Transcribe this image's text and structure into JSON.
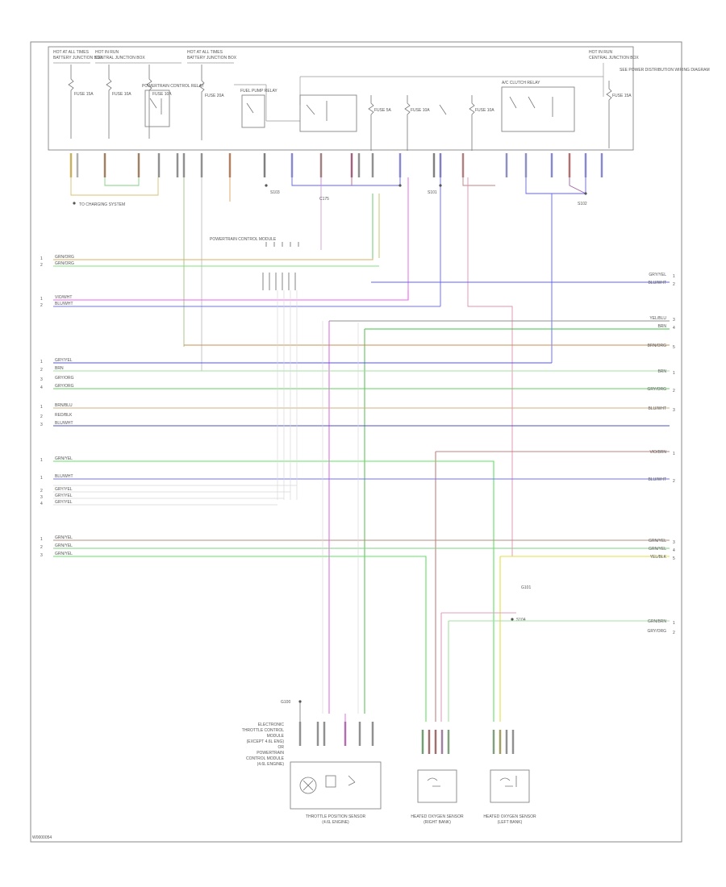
{
  "diagram": {
    "fuse_box_labels": [
      "HOT AT ALL TIMES",
      "HOT IN RUN",
      "HOT AT ALL TIMES",
      "HOT IN RUN"
    ],
    "fuse_box_sublabels": [
      "BATTERY JUNCTION BOX",
      "CENTRAL JUNCTION BOX",
      "BATTERY JUNCTION BOX",
      "CENTRAL JUNCTION BOX"
    ],
    "fuse_labels": [
      "FUSE 15A",
      "FUSE 10A",
      "FUSE 10A",
      "FUSE 20A",
      "FUSE 5A",
      "FUSE 10A",
      "FUSE 10A",
      "FUSE 15A"
    ],
    "relay_labels": [
      "POWERTRAIN CONTROL RELAY",
      "FUEL PUMP RELAY",
      "A/C CLUTCH RELAY"
    ],
    "right_top_note": "SEE POWER DISTRIBUTION WIRING DIAGRAM",
    "splice_labels": [
      "S101",
      "S102",
      "S103",
      "S104"
    ],
    "note_fuse_box": "TO CHARGING SYSTEM",
    "center_note": "POWERTRAIN CONTROL MODULE",
    "connector_note": "C175",
    "left_wire_labels": [
      "GRN/ORG",
      "GRN/ORG",
      "VIO/WHT",
      "BLU/WHT",
      "GRY/YEL",
      "BRN",
      "GRY/ORG",
      "GRY/ORG",
      "BRN/BLU",
      "RED/BLK",
      "BLU/WHT",
      "GRN/YEL",
      "BLU/WHT",
      "GRY/YEL",
      "GRY/YEL",
      "GRY/YEL",
      "GRN/YEL",
      "GRN/YEL",
      "GRN/YEL"
    ],
    "left_pin_numbers": [
      "1",
      "2",
      "1",
      "2",
      "1",
      "2",
      "3",
      "4",
      "1",
      "2",
      "3",
      "1",
      "1",
      "2",
      "3",
      "4",
      "1",
      "2",
      "3"
    ],
    "right_wire_labels": [
      "GRY/YEL",
      "BLU/WHT",
      "YEL/BLU",
      "BRN",
      "BRN/ORG",
      "BRN",
      "GRY/ORG",
      "BLU/WHT",
      "VIO/BRN",
      "BLU/WHT",
      "GRN/YEL",
      "GRN/YEL",
      "YEL/BLK",
      "GRN/BRN",
      "GRY/ORG"
    ],
    "right_pin_numbers": [
      "1",
      "2",
      "3",
      "4",
      "5",
      "1",
      "2",
      "3",
      "1",
      "2",
      "3",
      "4",
      "5",
      "1",
      "2"
    ],
    "components": [
      {
        "label": "THROTTLE POSITION SENSOR",
        "sub": "(4.6L ENGINE)"
      },
      {
        "label": "HEATED OXYGEN SENSOR",
        "sub": "(RIGHT BANK)"
      },
      {
        "label": "HEATED OXYGEN SENSOR",
        "sub": "(LEFT BANK)"
      }
    ],
    "left_component_note": [
      "ELECTRONIC",
      "THROTTLE CONTROL",
      "MODULE",
      "(EXCEPT 4.6L ENG)",
      "OR",
      "POWERTRAIN",
      "CONTROL MODULE",
      "(4.6L ENGINE)"
    ],
    "ground_labels": [
      "G100",
      "G101"
    ],
    "footer_id": "W0000054"
  }
}
